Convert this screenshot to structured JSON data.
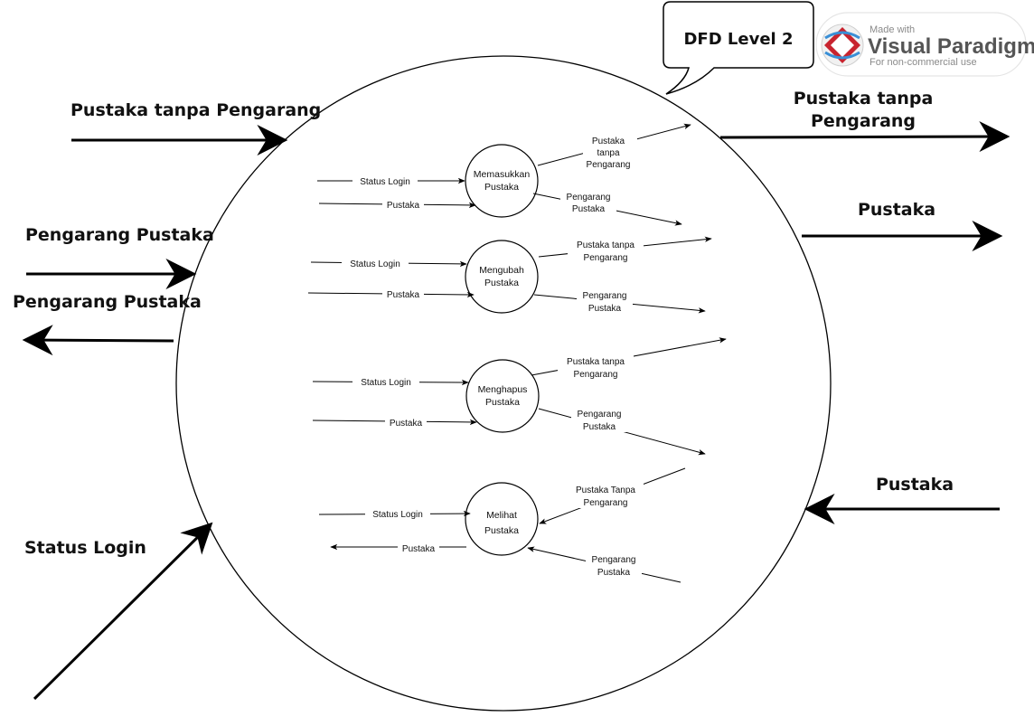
{
  "callout": {
    "title": "DFD Level 2"
  },
  "watermark": {
    "line1": "Made with",
    "line2": "Visual Paradigm",
    "line3": "For non-commercial use",
    "colors": {
      "red": "#c8242f",
      "blue": "#3a8fd6",
      "text": "#555555"
    }
  },
  "external_flows": {
    "in_pustaka_tanpa_pengarang": "Pustaka tanpa Pengarang",
    "in_pengarang_pustaka": "Pengarang Pustaka",
    "out_pengarang_pustaka": "Pengarang Pustaka",
    "in_status_login": "Status Login",
    "out_pustaka_tanpa_pengarang": [
      "Pustaka tanpa",
      "Pengarang"
    ],
    "out_pustaka": "Pustaka",
    "in_pustaka": "Pustaka"
  },
  "processes": [
    {
      "name": [
        "Memasukkan",
        "Pustaka"
      ],
      "in_flows": [
        "Status Login",
        "Pustaka"
      ],
      "out_flows": [
        [
          "Pustaka",
          "tanpa",
          "Pengarang"
        ],
        [
          "Pengarang",
          "Pustaka"
        ]
      ]
    },
    {
      "name": [
        "Mengubah",
        "Pustaka"
      ],
      "in_flows": [
        "Status Login",
        "Pustaka"
      ],
      "out_flows": [
        [
          "Pustaka tanpa",
          "Pengarang"
        ],
        [
          "Pengarang",
          "Pustaka"
        ]
      ]
    },
    {
      "name": [
        "Menghapus",
        "Pustaka"
      ],
      "in_flows": [
        "Status Login",
        "Pustaka"
      ],
      "out_flows": [
        [
          "Pustaka tanpa",
          "Pengarang"
        ],
        [
          "Pengarang",
          "Pustaka"
        ]
      ]
    },
    {
      "name": [
        "Melihat",
        "Pustaka"
      ],
      "in_flows": [
        "Status Login"
      ],
      "out_flows": [
        "Pustaka"
      ],
      "in_from_right": [
        [
          "Pustaka Tanpa",
          "Pengarang"
        ],
        [
          "Pengarang",
          "Pustaka"
        ]
      ]
    }
  ]
}
